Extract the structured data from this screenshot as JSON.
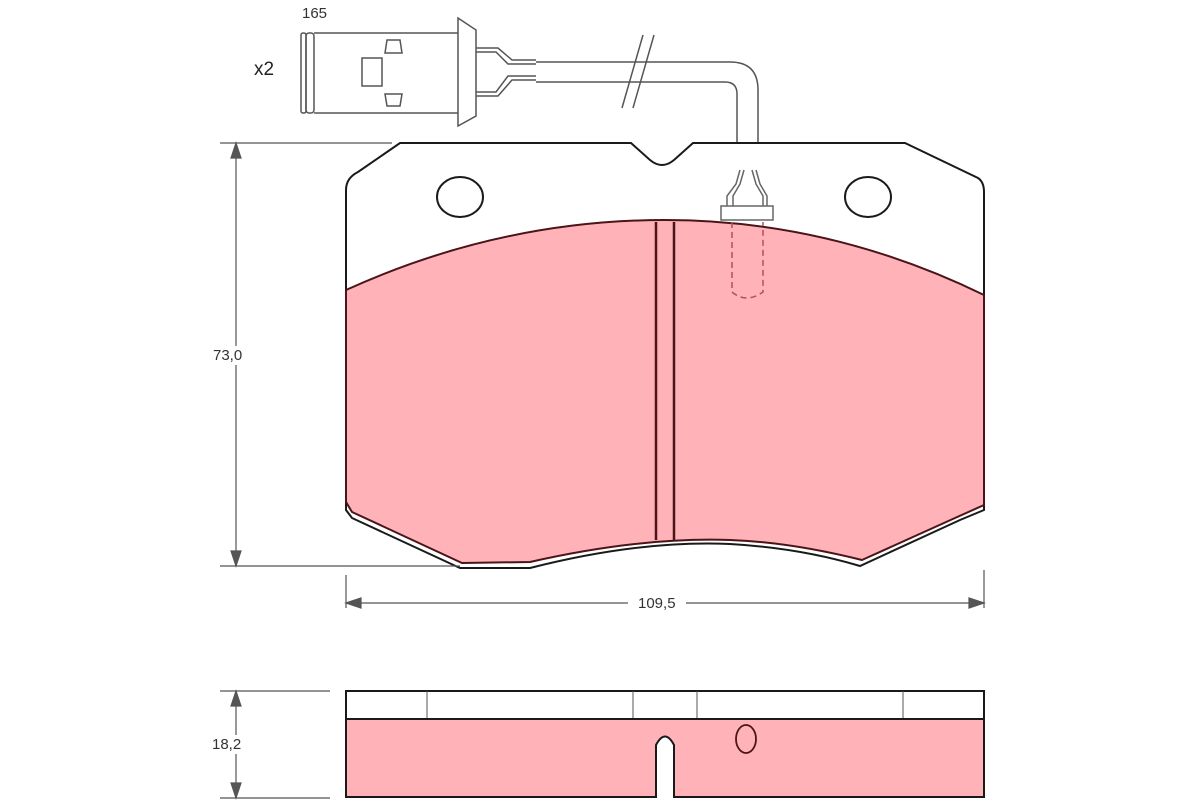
{
  "diagram": {
    "type": "brake-pad-technical-drawing",
    "colors": {
      "friction_material": "#ffb3b8",
      "outline": "#1a1a1a",
      "friction_outline": "#4a1418",
      "dimension_line": "#555555",
      "sensor_line": "#666666"
    },
    "sensor": {
      "length_label": "165",
      "quantity_label": "x2"
    },
    "dimensions": {
      "height_label": "73,0",
      "width_label": "109,5",
      "thickness_label": "18,2"
    }
  }
}
